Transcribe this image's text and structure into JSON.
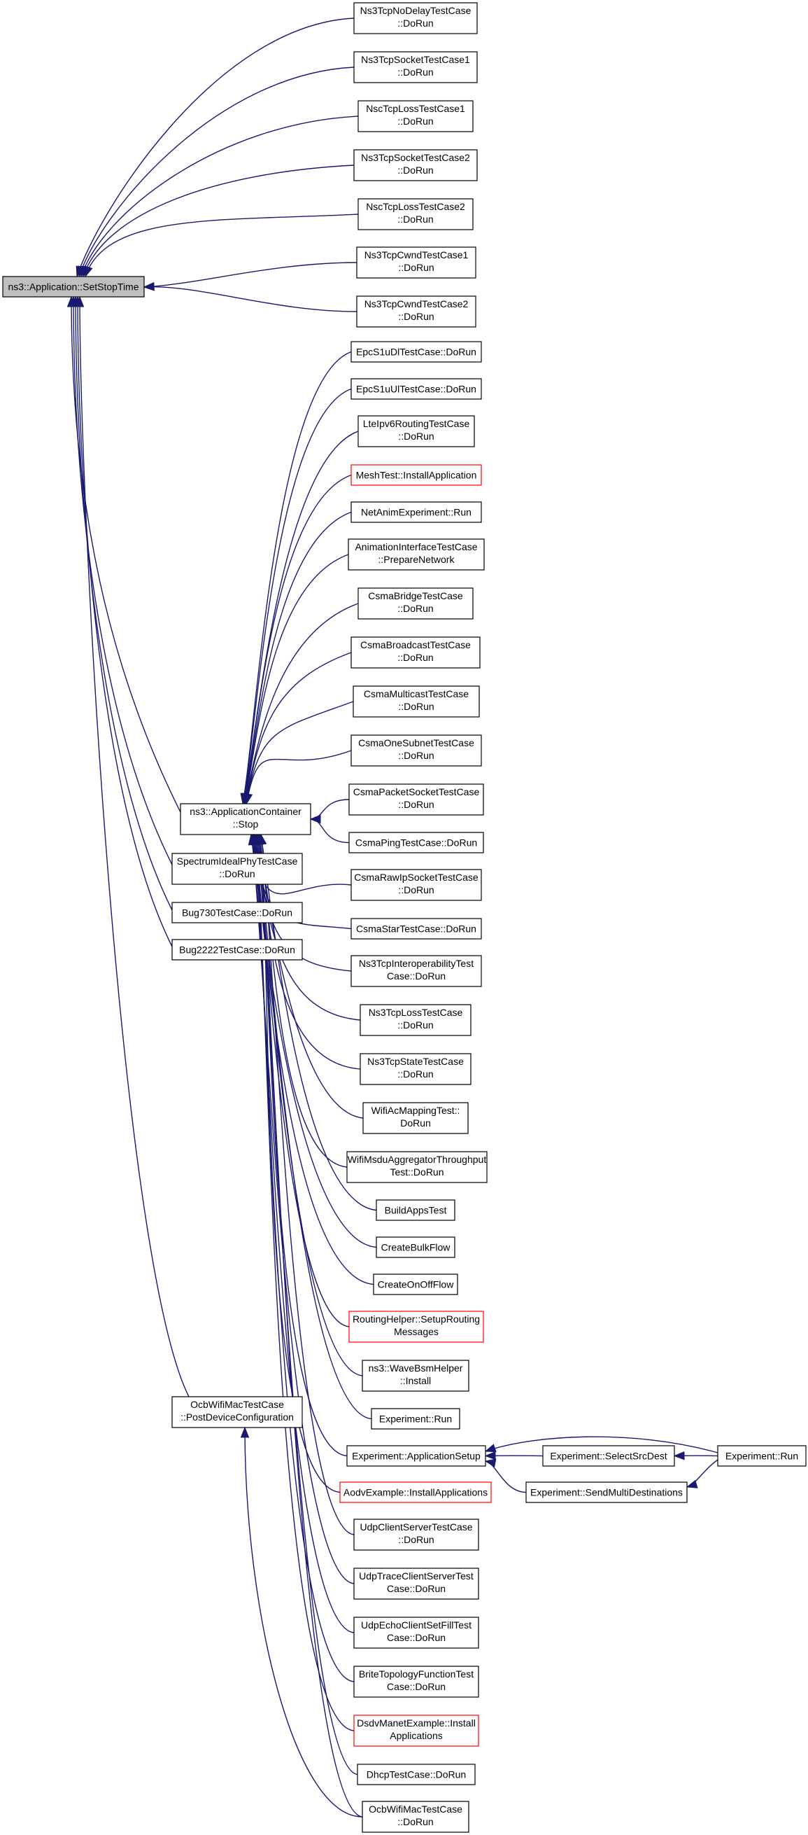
{
  "graph": {
    "title": "",
    "colors": {
      "edge": "#191970",
      "node_border": "#000000",
      "root_fill": "#bfbfbf",
      "highlight_border": "#ff0000"
    },
    "nodes": {
      "root": [
        "ns3::Application::SetStopTime"
      ],
      "nodelay": [
        "Ns3TcpNoDelayTestCase",
        "::DoRun"
      ],
      "socket1": [
        "Ns3TcpSocketTestCase1",
        "::DoRun"
      ],
      "nscloss1": [
        "NscTcpLossTestCase1",
        "::DoRun"
      ],
      "socket2": [
        "Ns3TcpSocketTestCase2",
        "::DoRun"
      ],
      "nscloss2": [
        "NscTcpLossTestCase2",
        "::DoRun"
      ],
      "cwnd1": [
        "Ns3TcpCwndTestCase1",
        "::DoRun"
      ],
      "cwnd2": [
        "Ns3TcpCwndTestCase2",
        "::DoRun"
      ],
      "epcdl": [
        "EpcS1uDlTestCase::DoRun"
      ],
      "epcul": [
        "EpcS1uUlTestCase::DoRun"
      ],
      "lteipv6": [
        "LteIpv6RoutingTestCase",
        "::DoRun"
      ],
      "meshtest": [
        "MeshTest::InstallApplication"
      ],
      "netanim": [
        "NetAnimExperiment::Run"
      ],
      "animiface": [
        "AnimationInterfaceTestCase",
        "::PrepareNetwork"
      ],
      "csmabridge": [
        "CsmaBridgeTestCase",
        "::DoRun"
      ],
      "csmabcast": [
        "CsmaBroadcastTestCase",
        "::DoRun"
      ],
      "csmamcast": [
        "CsmaMulticastTestCase",
        "::DoRun"
      ],
      "csmaone": [
        "CsmaOneSubnetTestCase",
        "::DoRun"
      ],
      "csmapkt": [
        "CsmaPacketSocketTestCase",
        "::DoRun"
      ],
      "csmaping": [
        "CsmaPingTestCase::DoRun"
      ],
      "csmaraw": [
        "CsmaRawIpSocketTestCase",
        "::DoRun"
      ],
      "csmastar": [
        "CsmaStarTestCase::DoRun"
      ],
      "tcpinterop": [
        "Ns3TcpInteroperabilityTest",
        "Case::DoRun"
      ],
      "tcploss": [
        "Ns3TcpLossTestCase",
        "::DoRun"
      ],
      "tcpstate": [
        "Ns3TcpStateTestCase",
        "::DoRun"
      ],
      "wifiac": [
        "WifiAcMappingTest::",
        "DoRun"
      ],
      "wifimsdu": [
        "WifiMsduAggregatorThroughput",
        "Test::DoRun"
      ],
      "buildapps": [
        "BuildAppsTest"
      ],
      "bulkflow": [
        "CreateBulkFlow"
      ],
      "onoff": [
        "CreateOnOffFlow"
      ],
      "routinghelper": [
        "RoutingHelper::SetupRouting",
        "Messages"
      ],
      "wavebsm": [
        "ns3::WaveBsmHelper",
        "::Install"
      ],
      "exprun": [
        "Experiment::Run"
      ],
      "appsetup": [
        "Experiment::ApplicationSetup"
      ],
      "selectsrc": [
        "Experiment::SelectSrcDest"
      ],
      "sendmulti": [
        "Experiment::SendMultiDestinations"
      ],
      "exprun2": [
        "Experiment::Run"
      ],
      "aodv": [
        "AodvExample::InstallApplications"
      ],
      "udpcs": [
        "UdpClientServerTestCase",
        "::DoRun"
      ],
      "udptrace": [
        "UdpTraceClientServerTest",
        "Case::DoRun"
      ],
      "udpecho": [
        "UdpEchoClientSetFillTest",
        "Case::DoRun"
      ],
      "brite": [
        "BriteTopologyFunctionTest",
        "Case::DoRun"
      ],
      "dsdv": [
        "DsdvManetExample::Install",
        "Applications"
      ],
      "dhcp": [
        "DhcpTestCase::DoRun"
      ],
      "ocbdorun": [
        "OcbWifiMacTestCase",
        "::DoRun"
      ],
      "appcontainer": [
        "ns3::ApplicationContainer",
        "::Stop"
      ],
      "spectrum": [
        "SpectrumIdealPhyTestCase",
        "::DoRun"
      ],
      "bug730": [
        "Bug730TestCase::DoRun"
      ],
      "bug2222": [
        "Bug2222TestCase::DoRun"
      ],
      "ocbpost": [
        "OcbWifiMacTestCase",
        "::PostDeviceConfiguration"
      ]
    }
  }
}
